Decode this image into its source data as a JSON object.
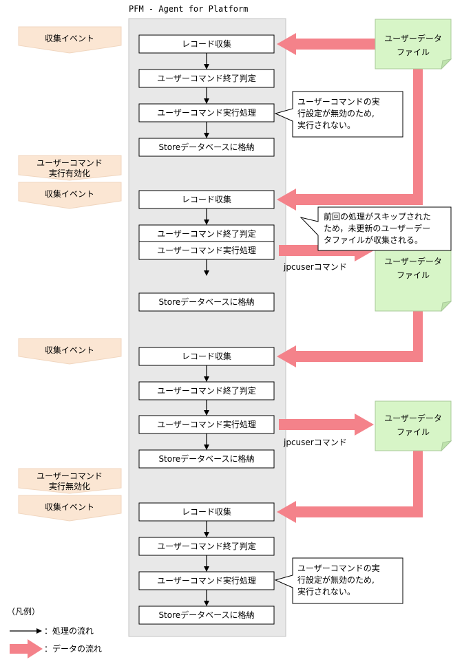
{
  "diagram": {
    "title": "PFM - Agent for Platform",
    "steps": {
      "collect": "レコード収集",
      "judge": "ユーザーコマンド終了判定",
      "execute": "ユーザーコマンド実行処理",
      "store": "Storeデータベースに格納"
    },
    "events": {
      "collect_event": "収集イベント",
      "enable_line1": "ユーザーコマンド",
      "enable_line2": "実行有効化",
      "disable_line1": "ユーザーコマンド",
      "disable_line2": "実行無効化"
    },
    "file": {
      "line1": "ユーザーデータ",
      "line2": "ファイル"
    },
    "command_label": "jpcuserコマンド",
    "notes": {
      "disabled": [
        "ユーザーコマンドの実",
        "行設定が無効のため,",
        "実行されない。"
      ],
      "skipped": [
        "前回の処理がスキップされた",
        "ため，未更新のユーザーデー",
        "タファイルが収集される。"
      ]
    },
    "legend": {
      "title": "（凡例）",
      "process_flow": "：処理の流れ",
      "data_flow": "：データの流れ"
    }
  },
  "colors": {
    "panel": "#e8e8e8",
    "event_fill": "#fbe6d3",
    "file_fill": "#d7f5c7",
    "data_arrow": "#f4828a"
  }
}
